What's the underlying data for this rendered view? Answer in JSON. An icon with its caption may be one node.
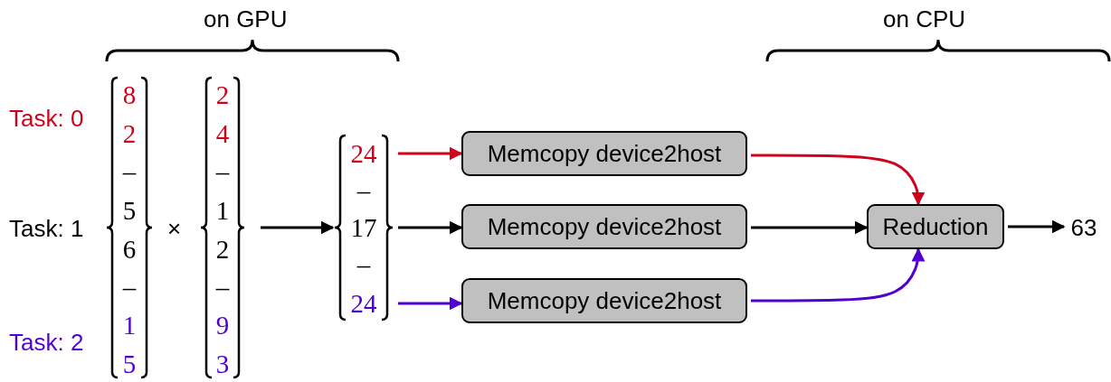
{
  "diagram": {
    "nodes": [
      {
        "text": [
          "8",
          "2",
          "–",
          "5",
          "6",
          "–",
          "1",
          "5"
        ]
      },
      {
        "text": [
          "2",
          "4",
          "–",
          "1",
          "2",
          "–",
          "9",
          "3"
        ]
      },
      {
        "text": [
          "24",
          "–",
          "17",
          "–",
          "24"
        ]
      },
      {
        "text": [
          "Memcopy device2host"
        ]
      },
      {
        "text": [
          "Memcopy device2host"
        ]
      },
      {
        "text": [
          "Memcopy device2host"
        ]
      },
      {
        "text": [
          "Reduction"
        ]
      },
      {
        "text": [
          "63"
        ]
      }
    ],
    "edges": [
      {
        "from": 1,
        "to": 2,
        "arrow": "to"
      },
      {
        "from": 2,
        "to": 3,
        "arrow": "to",
        "color": "#d0021b"
      },
      {
        "from": 2,
        "to": 4,
        "arrow": "to"
      },
      {
        "from": 2,
        "to": 5,
        "arrow": "to",
        "color": "#5000d0"
      },
      {
        "from": 3,
        "to": 6,
        "arrow": "to",
        "color": "#d0021b"
      },
      {
        "from": 4,
        "to": 6,
        "arrow": "to"
      },
      {
        "from": 5,
        "to": 6,
        "arrow": "to",
        "color": "#5000d0"
      },
      {
        "from": 6,
        "to": 7,
        "arrow": "to"
      }
    ],
    "labels": [
      "on GPU",
      "on CPU",
      "Task: 0",
      "Task: 1",
      "×",
      "Task: 2"
    ]
  }
}
